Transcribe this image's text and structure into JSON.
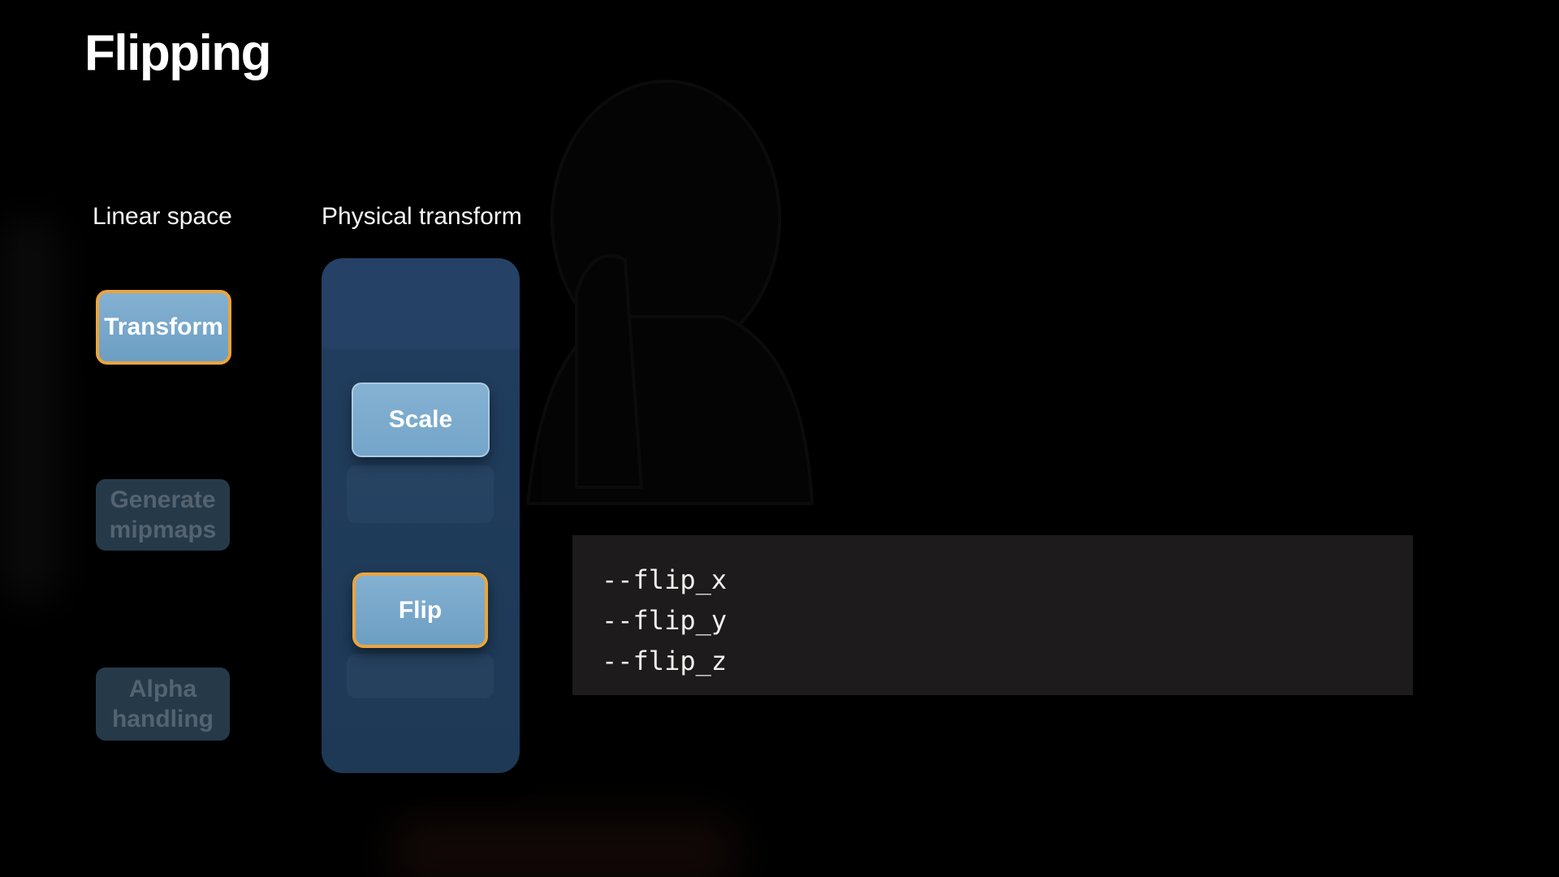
{
  "slide": {
    "title": "Flipping",
    "columns": [
      {
        "id": "linear_space",
        "label": "Linear space",
        "items": [
          {
            "label": "Transform",
            "state": "highlighted"
          },
          {
            "label": "Generate mipmaps",
            "state": "dimmed"
          },
          {
            "label": "Alpha handling",
            "state": "dimmed"
          }
        ]
      },
      {
        "id": "physical_transform",
        "label": "Physical transform",
        "items": [
          {
            "label": "Scale",
            "state": "normal"
          },
          {
            "label": "Flip",
            "state": "highlighted"
          }
        ]
      }
    ],
    "code": {
      "lines": [
        "--flip_x",
        "--flip_y",
        "--flip_z"
      ]
    },
    "colors": {
      "background": "#000000",
      "accent_orange": "#EBA43E",
      "node_blue": "#7BA9CC",
      "panel_navy": "#22405F",
      "dimmed_node_bg": "#253949",
      "dimmed_node_text": "#53636F",
      "code_bg": "#1D1B1B",
      "text_white": "#FFFFFF"
    }
  }
}
